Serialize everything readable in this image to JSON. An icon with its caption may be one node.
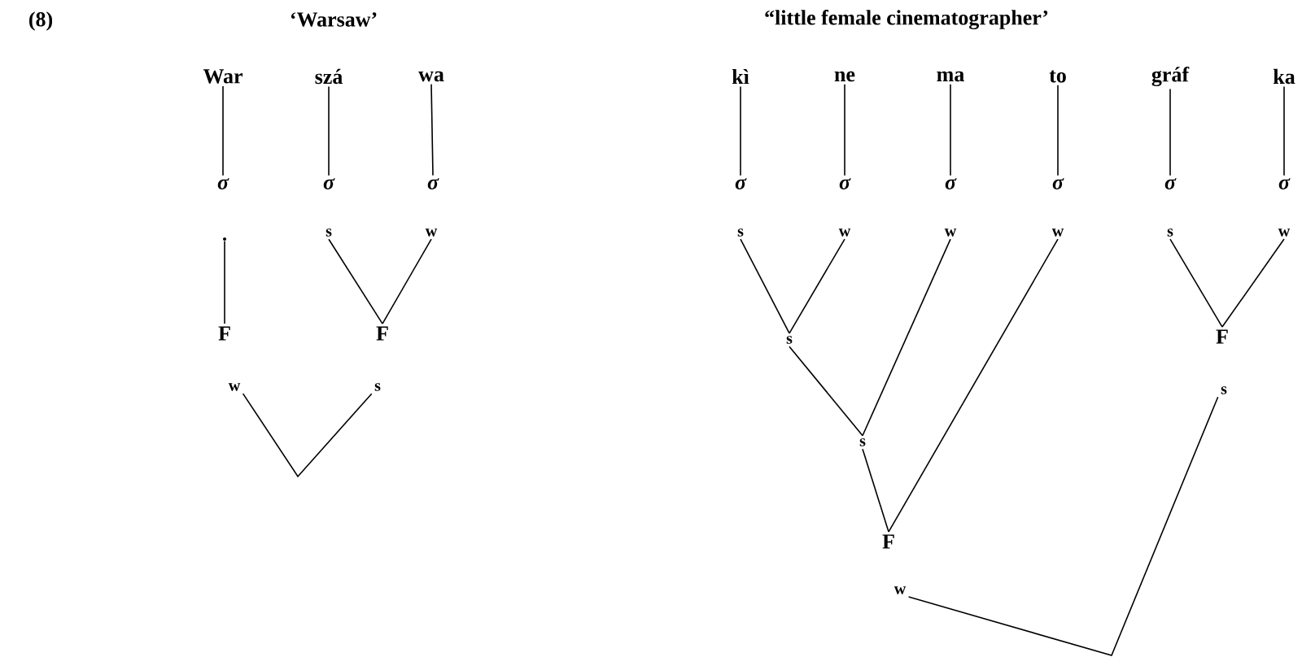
{
  "diagram": {
    "nodes": [
      {
        "text": [
          "War"
        ]
      },
      {
        "text": [
          "szá"
        ]
      },
      {
        "text": [
          "wa"
        ]
      },
      {
        "text": [
          "σ"
        ]
      },
      {
        "text": [
          "σ"
        ]
      },
      {
        "text": [
          "σ"
        ]
      },
      {
        "text": [],
        "shape": "dot"
      },
      {
        "text": [
          "s"
        ]
      },
      {
        "text": [
          "w"
        ]
      },
      {
        "text": [
          "F"
        ]
      },
      {
        "text": [
          "F"
        ]
      },
      {
        "text": [
          "w"
        ]
      },
      {
        "text": [
          "s"
        ]
      },
      {
        "text": [
          "kì"
        ]
      },
      {
        "text": [
          "ne"
        ]
      },
      {
        "text": [
          "ma"
        ]
      },
      {
        "text": [
          "to"
        ]
      },
      {
        "text": [
          "gráf"
        ]
      },
      {
        "text": [
          "ka"
        ]
      },
      {
        "text": [
          "σ"
        ]
      },
      {
        "text": [
          "σ"
        ]
      },
      {
        "text": [
          "σ"
        ]
      },
      {
        "text": [
          "σ"
        ]
      },
      {
        "text": [
          "σ"
        ]
      },
      {
        "text": [
          "σ"
        ]
      },
      {
        "text": [
          "s"
        ]
      },
      {
        "text": [
          "w"
        ]
      },
      {
        "text": [
          "w"
        ]
      },
      {
        "text": [
          "w"
        ]
      },
      {
        "text": [
          "s"
        ]
      },
      {
        "text": [
          "w"
        ]
      },
      {
        "text": [
          "s"
        ]
      },
      {
        "text": [
          "F"
        ]
      },
      {
        "text": [
          "s"
        ]
      },
      {
        "text": [
          "s"
        ]
      },
      {
        "text": [
          "F"
        ]
      },
      {
        "text": [
          "w"
        ]
      }
    ],
    "edges": [
      {
        "from": 0,
        "to": 3,
        "arrow": "none"
      },
      {
        "from": 1,
        "to": 4,
        "arrow": "none"
      },
      {
        "from": 2,
        "to": 5,
        "arrow": "none"
      },
      {
        "from": 6,
        "to": 9,
        "arrow": "none"
      },
      {
        "from": 7,
        "to": 10,
        "arrow": "none"
      },
      {
        "from": 8,
        "to": 10,
        "arrow": "none"
      },
      {
        "from": 11,
        "to": 12,
        "arrow": "none"
      },
      {
        "from": 13,
        "to": 19,
        "arrow": "none"
      },
      {
        "from": 14,
        "to": 20,
        "arrow": "none"
      },
      {
        "from": 15,
        "to": 21,
        "arrow": "none"
      },
      {
        "from": 16,
        "to": 22,
        "arrow": "none"
      },
      {
        "from": 17,
        "to": 23,
        "arrow": "none"
      },
      {
        "from": 18,
        "to": 24,
        "arrow": "none"
      },
      {
        "from": 25,
        "to": 31,
        "arrow": "none"
      },
      {
        "from": 26,
        "to": 31,
        "arrow": "none"
      },
      {
        "from": 31,
        "to": 34,
        "arrow": "none"
      },
      {
        "from": 27,
        "to": 34,
        "arrow": "none"
      },
      {
        "from": 34,
        "to": 35,
        "arrow": "none"
      },
      {
        "from": 28,
        "to": 35,
        "arrow": "none"
      },
      {
        "from": 29,
        "to": 32,
        "arrow": "none"
      },
      {
        "from": 30,
        "to": 32,
        "arrow": "none"
      },
      {
        "from": 36,
        "to": 33,
        "arrow": "none"
      }
    ],
    "labels": [
      "(8)",
      "‘Warsaw’",
      "“little female cinematographer’"
    ]
  }
}
